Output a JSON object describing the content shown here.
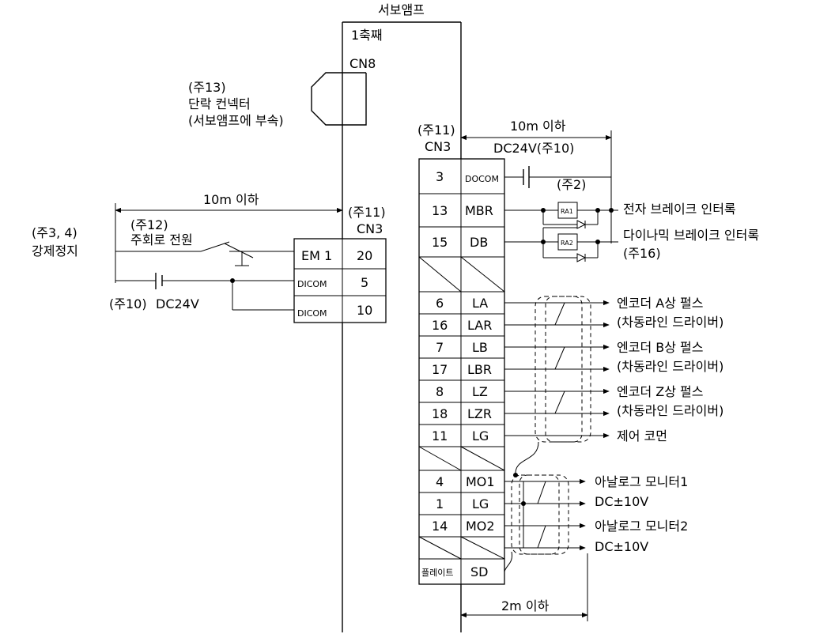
{
  "amp": {
    "title": "서보앰프",
    "axis": "1축째",
    "cn8": "CN8"
  },
  "connector_note": {
    "ref": "(주13)",
    "line1": "단락 컨넥터",
    "line2": "(서보앰프에 부속)"
  },
  "left": {
    "dist": "10m 이하",
    "cn_ref": "(주11)",
    "cn": "CN3",
    "estop_ref": "(주3, 4)",
    "estop": "강제정지",
    "main_ref": "(주12)",
    "main": "주회로 전원",
    "dc_ref": "(주10)",
    "dc": "DC24V",
    "pins": [
      {
        "signal": "EM 1",
        "pin": "20"
      },
      {
        "signal": "DICOM",
        "pin": "5"
      },
      {
        "signal": "DICOM",
        "pin": "10"
      }
    ]
  },
  "right": {
    "cn_ref": "(주11)",
    "cn": "CN3",
    "dist_top": "10m 이하",
    "dc_top": "DC24V(주10)",
    "note2": "(주2)",
    "ra1": "RA1",
    "ra2": "RA2",
    "brake": "전자 브레이크 인터록",
    "dyn1": "다이나믹 브레이크 인터록",
    "dyn2": "(주16)",
    "pins": [
      {
        "pin": "3",
        "signal": "DOCOM"
      },
      {
        "pin": "13",
        "signal": "MBR"
      },
      {
        "pin": "15",
        "signal": "DB"
      },
      {
        "pin": "6",
        "signal": "LA"
      },
      {
        "pin": "16",
        "signal": "LAR"
      },
      {
        "pin": "7",
        "signal": "LB"
      },
      {
        "pin": "17",
        "signal": "LBR"
      },
      {
        "pin": "8",
        "signal": "LZ"
      },
      {
        "pin": "18",
        "signal": "LZR"
      },
      {
        "pin": "11",
        "signal": "LG"
      },
      {
        "pin": "4",
        "signal": "MO1"
      },
      {
        "pin": "1",
        "signal": "LG"
      },
      {
        "pin": "14",
        "signal": "MO2"
      },
      {
        "pin": "플레이트",
        "signal": "SD"
      }
    ],
    "outputs": {
      "enc_a": "엔코더 A상 펄스",
      "enc_b": "엔코더 B상 펄스",
      "enc_z": "엔코더 Z상 펄스",
      "line_driver": "(차동라인 드라이버)",
      "ctrl_common": "제어 코먼",
      "monitor1": "아날로그 모니터1",
      "monitor2": "아날로그 모니터2",
      "dc10": "DC±10V"
    },
    "dist_bottom": "2m 이하"
  }
}
